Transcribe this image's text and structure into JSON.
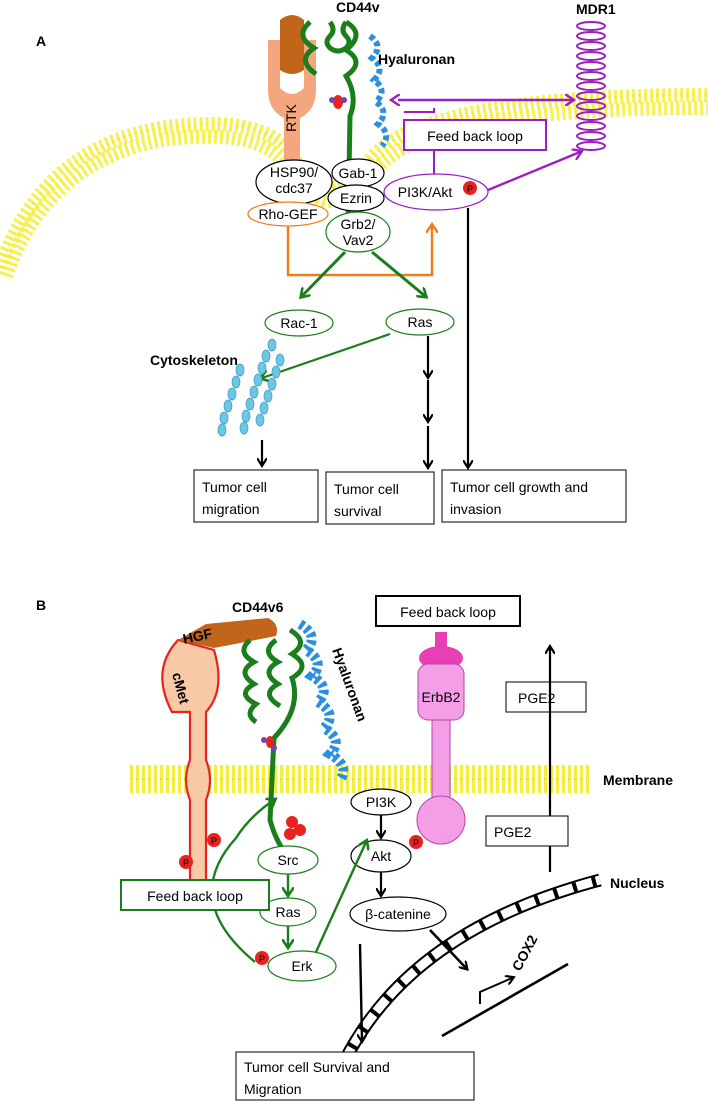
{
  "panel_a": {
    "label": "A",
    "cd44": "CD44v",
    "hyaluronan": "Hyaluronan",
    "mdr1": "MDR1",
    "rtk": "RTK",
    "feedback": "Feed back loop",
    "hsp90_1": "HSP90/",
    "hsp90_2": "cdc37",
    "gab1": "Gab-1",
    "ezrin": "Ezrin",
    "pi3k_akt": "PI3K/Akt",
    "rho_gef": "Rho-GEF",
    "grb2_1": "Grb2/",
    "grb2_2": "Vav2",
    "rac1": "Rac-1",
    "ras": "Ras",
    "cytoskeleton": "Cytoskeleton",
    "box_migration_1": "Tumor cell",
    "box_migration_2": "migration",
    "box_survival_1": "Tumor cell",
    "box_survival_2": "survival",
    "box_growth_1": "Tumor cell growth and",
    "box_growth_2": "invasion",
    "p": "P"
  },
  "panel_b": {
    "label": "B",
    "cd44v6": "CD44v6",
    "hgf": "HGF",
    "cmet": "cMet",
    "hyaluronan": "Hyaluronan",
    "feedback_top": "Feed back loop",
    "erbb2": "ErbB2",
    "pge2_top": "PGE2",
    "membrane": "Membrane",
    "pi3k": "PI3K",
    "akt": "Akt",
    "pge2_mid": "PGE2",
    "src": "Src",
    "nucleus": "Nucleus",
    "feedback_left": "Feed back loop",
    "beta_catenine": "β-catenine",
    "ras": "Ras",
    "erk": "Erk",
    "cox2": "COX2",
    "box_1": "Tumor cell  Survival and",
    "box_2": "Migration",
    "p": "P"
  },
  "colors": {
    "green": "#1a7f1a",
    "blue": "#2b8fe0",
    "purple": "#9b1fbf",
    "orange": "#f07b1b",
    "red": "#e8221f",
    "salmon": "#f4a77e",
    "brown": "#c0651a",
    "pink": "#f59ee8",
    "magenta": "#e83fb5",
    "cyan": "#5ac3e6"
  }
}
